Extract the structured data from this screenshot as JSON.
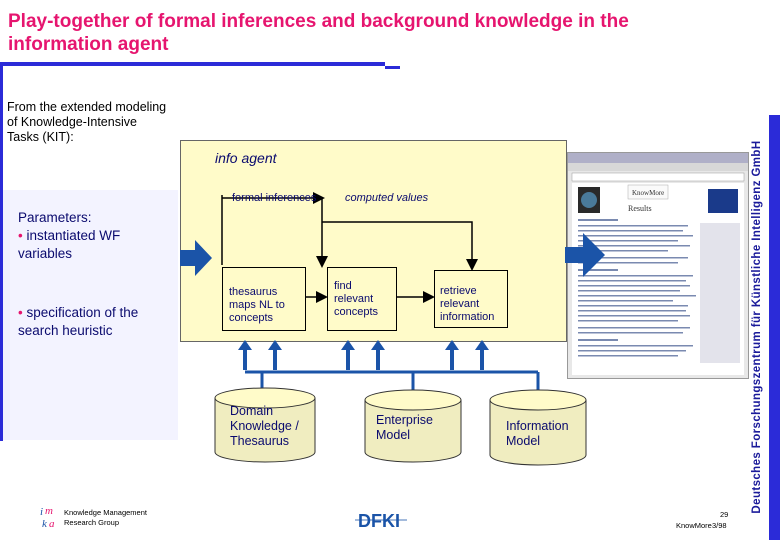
{
  "title": "Play-together of formal inferences and background knowledge in the information agent",
  "kit_text": "From the extended modeling of Knowledge-Intensive Tasks (KIT):",
  "parameters": {
    "heading": "Parameters:",
    "item1_bullet": "•",
    "item1_text": "instantiated WF variables",
    "item2_bullet": "•",
    "item2_text": "specification of the search heuristic"
  },
  "agent": {
    "label": "info agent",
    "formal_inferences": "formal inferences",
    "computed_values": "computed values",
    "box1": "thesaurus maps NL to concepts",
    "box2": "find relevant concepts",
    "box3": "retrieve relevant information"
  },
  "cylinders": {
    "c1": "Domain Knowledge / Thesaurus",
    "c2": "Enterprise Model",
    "c3": "Information Model"
  },
  "vertical_text": "Deutsches Forschungszentrum für Künstliche Intelligenz GmbH",
  "footer": {
    "group_line1": "Knowledge Management",
    "group_line2": "Research Group",
    "page_number": "29",
    "project": "KnowMore",
    "date": "3/98",
    "dfki_logo": "DFKI"
  },
  "colors": {
    "title": "#e6156f",
    "accent": "#2b2bd8",
    "agent_fill": "#fffbc9",
    "arrow": "#1b54a8"
  }
}
